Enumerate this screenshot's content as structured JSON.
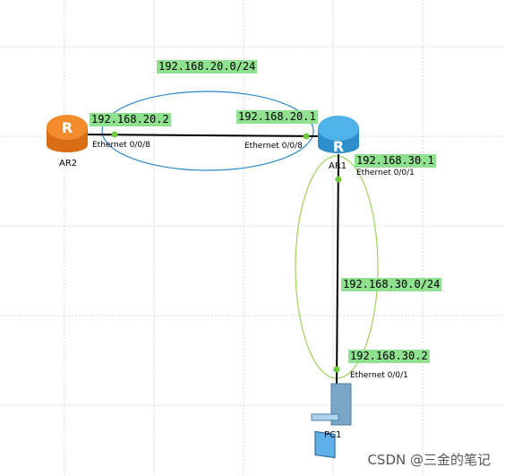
{
  "subnets": {
    "ar1_ar2": "192.168.20.0/24",
    "ar1_pc1": "192.168.30.0/24"
  },
  "devices": {
    "ar2": {
      "name": "AR2",
      "ip": "192.168.20.2",
      "interface": "Ethernet 0/0/8"
    },
    "ar1": {
      "name": "AR1",
      "ip_to_ar2": "192.168.20.1",
      "interface_to_ar2": "Ethernet 0/0/8",
      "ip_to_pc1": "192.168.30.1",
      "interface_to_pc1": "Ethernet 0/0/1"
    },
    "pc1": {
      "name": "PC1",
      "ip": "192.168.30.2",
      "interface": "Ethernet 0/0/1"
    }
  },
  "colors": {
    "label_bg": "#8fe08f",
    "ar2_router": "#f28c2c",
    "ar1_router": "#4fb3ea",
    "subnet_ellipse_20": "#2b88c8",
    "subnet_ellipse_30": "#9ed35a",
    "link": "#000000",
    "port_dot": "#6ecb3c",
    "grid": "#d7d7d7"
  },
  "watermark": "CSDN @三金的笔记"
}
